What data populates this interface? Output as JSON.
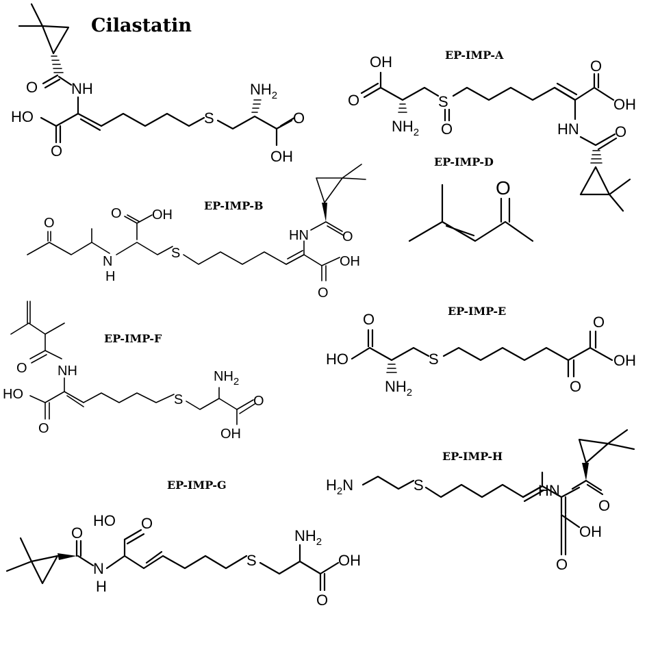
{
  "titles": {
    "cilastatin": "Cilastatin",
    "imp_a": "EP-IMP-A",
    "imp_b": "EP-IMP-B",
    "imp_d": "EP-IMP-D",
    "imp_e": "EP-IMP-E",
    "imp_f": "EP-IMP-F",
    "imp_g": "EP-IMP-G",
    "imp_h": "EP-IMP-H"
  },
  "atoms": {
    "O": "O",
    "OH": "OH",
    "HO": "HO",
    "NH": "NH",
    "HN": "HN",
    "N": "N",
    "H": "H",
    "S": "S",
    "NH2_main": "NH",
    "H2N_main": "H",
    "N_h2n": "N",
    "sub2": "2"
  }
}
